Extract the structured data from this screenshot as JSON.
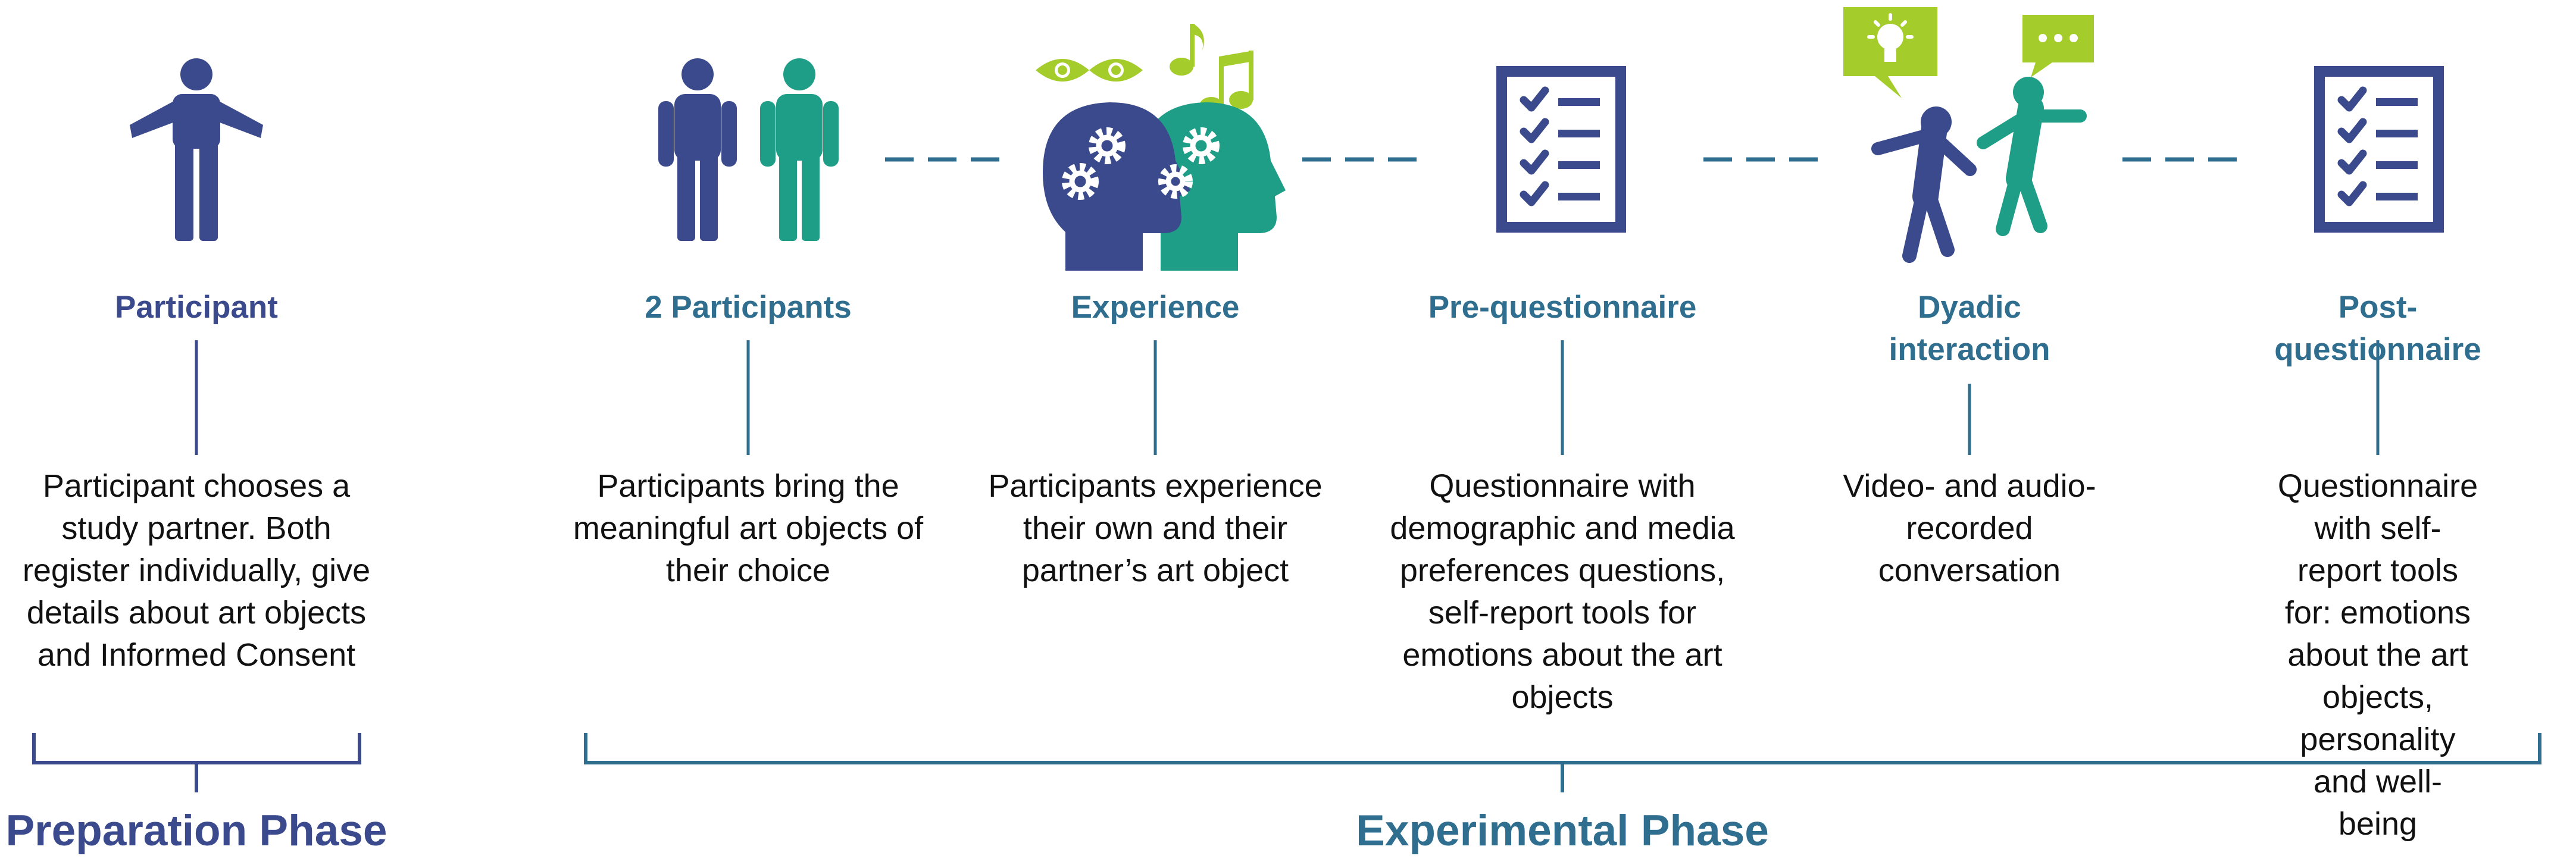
{
  "colors": {
    "navy": "#3b4a8c",
    "teal": "#2f6e8e",
    "green": "#1f9e87",
    "lime": "#a4cc2a",
    "text": "#111111"
  },
  "stages": [
    {
      "title": "Participant",
      "description": "Participant chooses a\nstudy partner. Both\nregister individually, give\ndetails about art objects\nand Informed Consent",
      "icon": "single-person-icon",
      "title_color": "navy"
    },
    {
      "title": "2 Participants",
      "description": "Participants bring the\nmeaningful art objects of\ntheir choice",
      "icon": "two-people-icon",
      "title_color": "teal"
    },
    {
      "title": "Experience",
      "description": "Participants experience\ntheir own and their\npartner’s art object",
      "icon": "heads-gears-music-icon",
      "title_color": "teal"
    },
    {
      "title": "Pre-questionnaire",
      "description": "Questionnaire with\ndemographic and media\npreferences questions,\nself-report tools for\nemotions about the art\nobjects",
      "icon": "checklist-icon",
      "title_color": "teal"
    },
    {
      "title": "Dyadic\ninteraction",
      "description": "Video- and audio-\nrecorded\nconversation",
      "icon": "conversation-icon",
      "title_color": "teal"
    },
    {
      "title": "Post-questionnaire",
      "description": "Questionnaire with self-\nreport tools for: emotions\nabout the art objects,\npersonality and well-\nbeing",
      "icon": "checklist-icon",
      "title_color": "teal"
    }
  ],
  "phases": [
    {
      "label": "Preparation Phase",
      "color": "navy"
    },
    {
      "label": "Experimental Phase",
      "color": "teal"
    }
  ]
}
